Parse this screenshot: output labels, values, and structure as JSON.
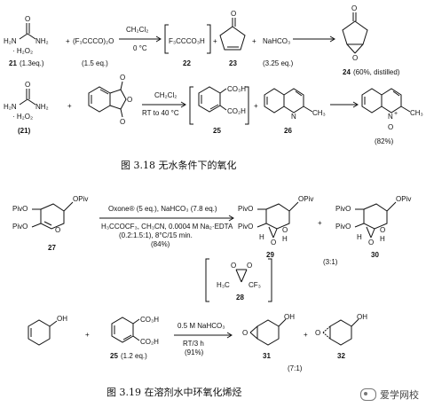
{
  "scheme1": {
    "urea_left": "H₂N",
    "urea_right": "NH₂",
    "urea_o": "O",
    "urea_h2o2": "· H₂O₂",
    "urea_label": "21",
    "urea_eq": "(1.3eq.)",
    "plus1": "+",
    "tfaa": "(F₃CCCO)₂O",
    "tfaa_eq": "(1.5 eq.)",
    "solvent": "CH₂Cl₂",
    "temp": "0 °C",
    "peracid": "F₃CCCO₃H",
    "peracid_label": "22",
    "plus2": "+",
    "cyclopentenone_label": "23",
    "plus3": "+",
    "nahco3": "NaHCO₃",
    "nahco3_eq": "(3.25 eq.)",
    "product_label": "24",
    "product_yield": "(60%, distilled)"
  },
  "scheme2": {
    "urea_label": "(21)",
    "plus1": "+",
    "solvent": "CH₂Cl₂",
    "temp": "RT to 40 °C",
    "acid_top": "CO₃H",
    "acid_bottom": "CO₂H",
    "acid_label": "25",
    "plus2": "+",
    "quinaldine_n": "N",
    "quinaldine_me": "CH₃",
    "quinaldine_label": "26",
    "noxide_n": "N",
    "noxide_plus": "+",
    "noxide_o": "O",
    "noxide_me": "CH₃",
    "noxide_yield": "(82%)"
  },
  "caption1": "图 3.18   无水条件下的氧化",
  "scheme3": {
    "piv_o1": "PivO",
    "piv_o2": "PivO",
    "opiv": "OPiv",
    "ring_o": "O",
    "sm_label": "27",
    "reagent1": "Oxone® (5 eq.), NaHCO₃ (7.8 eq.)",
    "reagent2": "H₃CCOCF₃, CH₃CN, 0.0004 M Na₂·EDTA",
    "reagent3": "(0.2:1.5:1), 8°C/15 min.",
    "reagent4": "(84%)",
    "p29_label": "29",
    "p30_label": "30",
    "plus": "+",
    "ratio": "(3:1)",
    "diox_ch3": "H₃C",
    "diox_cf3": "CF₃",
    "diox_label": "28",
    "h": "H"
  },
  "scheme4": {
    "oh": "OH",
    "plus1": "+",
    "acid_top": "CO₃H",
    "acid_bottom": "CO₂H",
    "acid_label": "25",
    "acid_eq": "(1.2 eq.)",
    "cond1": "0.5 M NaHCO₃",
    "cond2": "RT/3 h",
    "cond3": "(91%)",
    "p31_label": "31",
    "p32_label": "32",
    "plus2": "+",
    "ratio": "(7:1)"
  },
  "caption2": "图 3.19   在溶剂水中环氧化烯烃",
  "watermark": "爱学网校"
}
